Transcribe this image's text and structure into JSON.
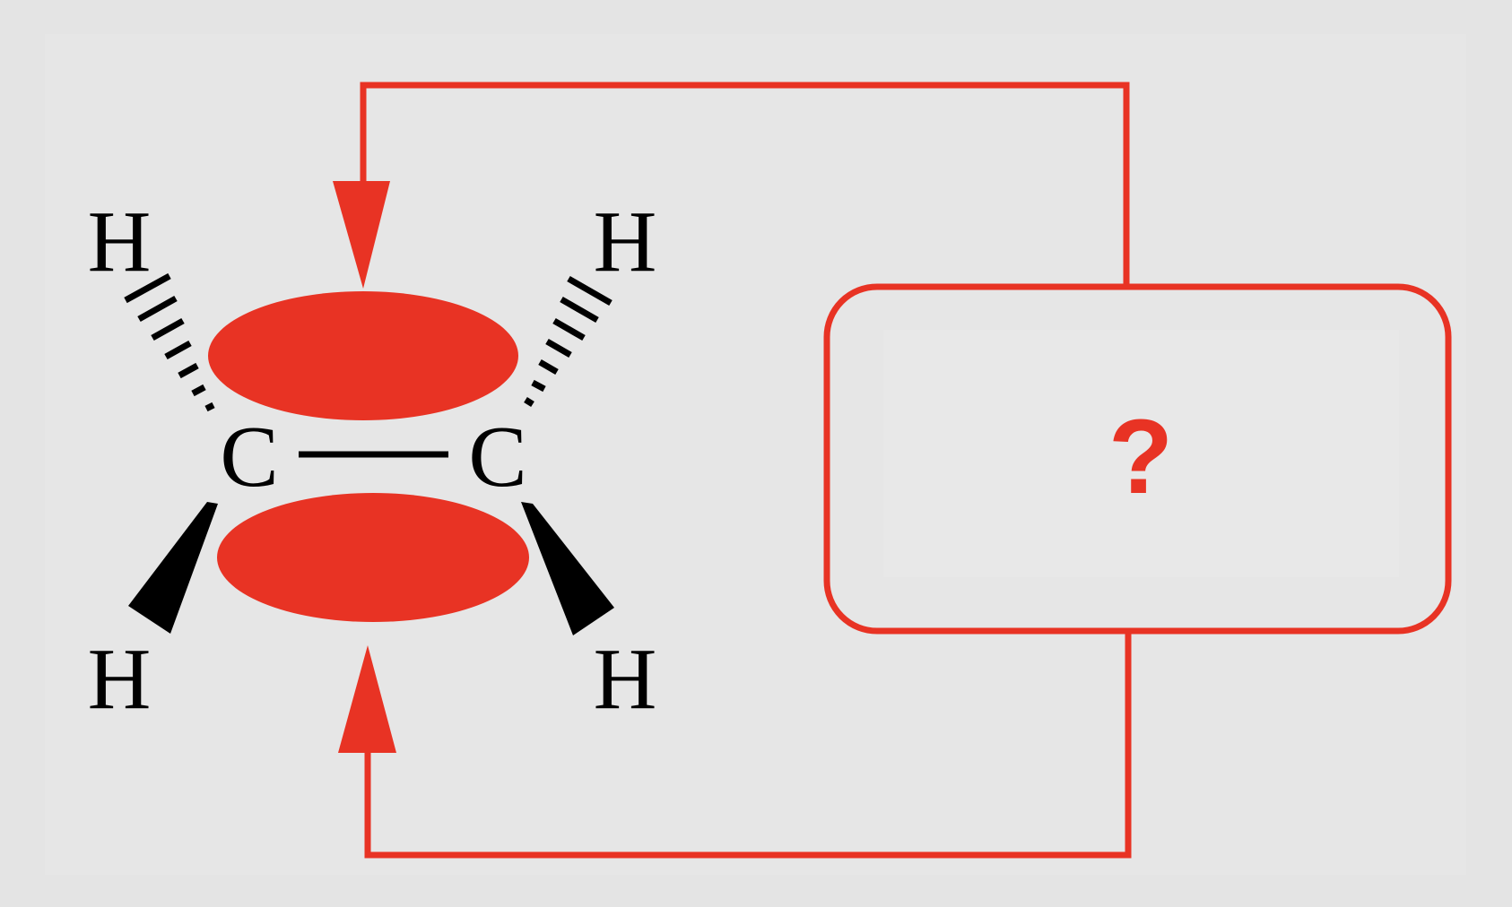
{
  "diagram": {
    "atoms": {
      "h_top_left": "H",
      "h_top_right": "H",
      "h_bottom_left": "H",
      "h_bottom_right": "H",
      "c_left": "C",
      "c_right": "C"
    },
    "unknown_box_label": "?",
    "colors": {
      "accent": "#e83324",
      "background": "#e4e4e4",
      "bond": "#000000"
    }
  }
}
